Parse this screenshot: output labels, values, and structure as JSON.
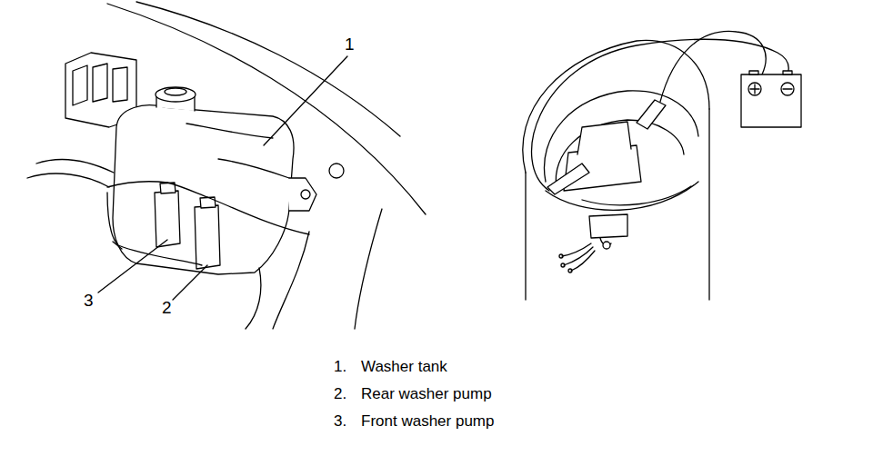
{
  "diagram": {
    "labels": [
      "1",
      "2",
      "3",
      "1.",
      "Washer tank",
      "2.",
      "Rear washer pump",
      "3.",
      "Front washer pump"
    ]
  }
}
